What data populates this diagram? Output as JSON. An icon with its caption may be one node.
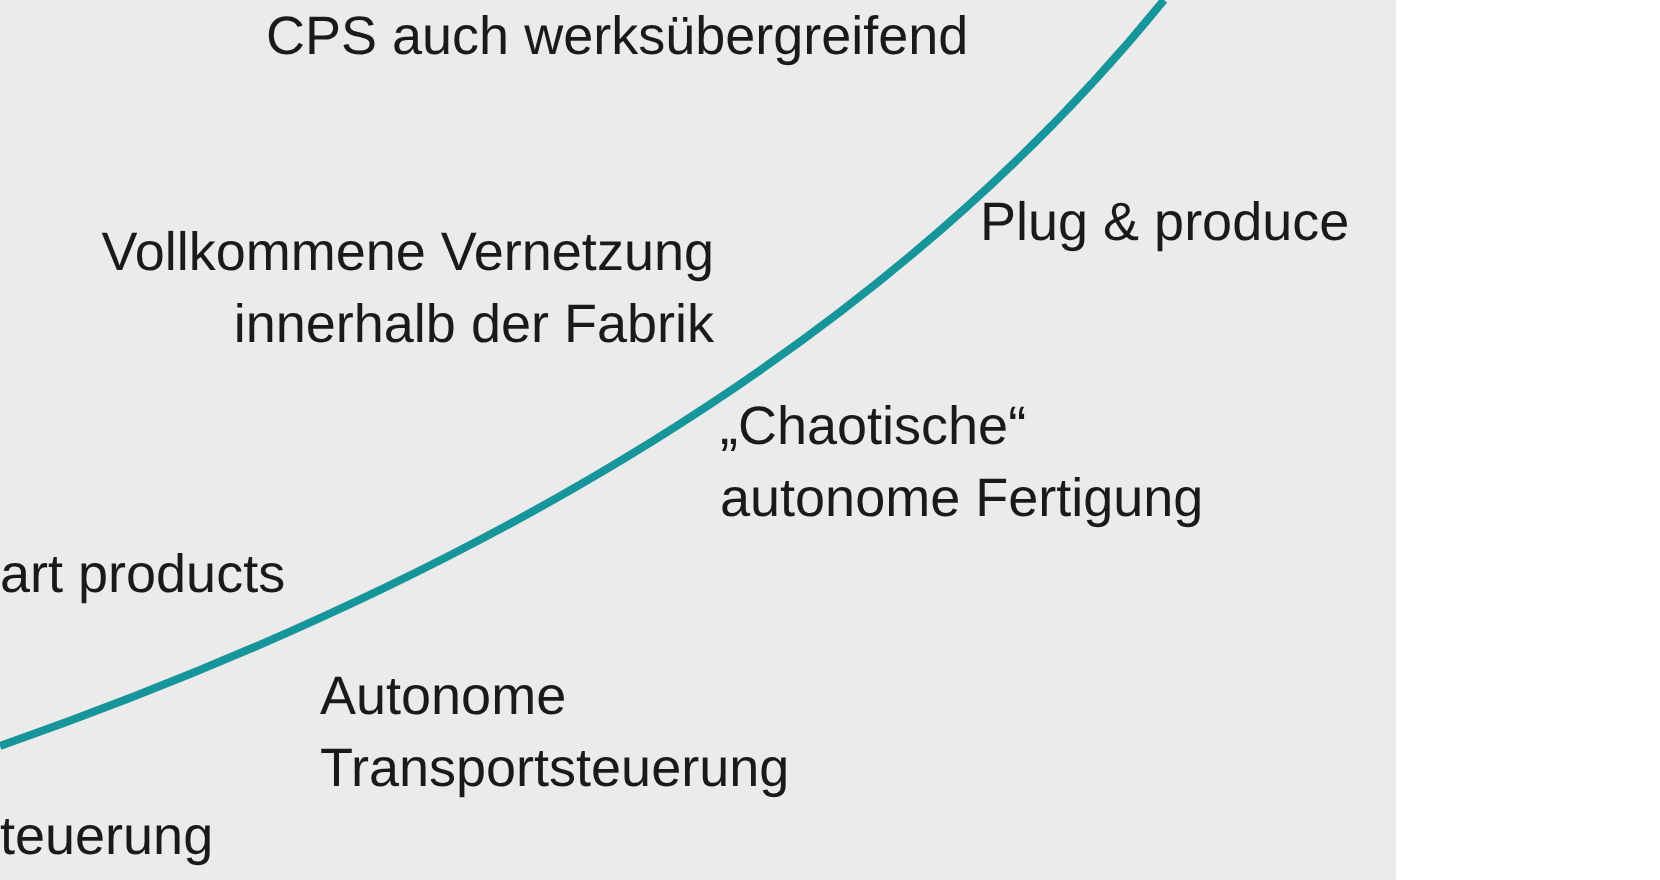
{
  "diagram": {
    "labels": [
      "CPS auch werksübergreifend",
      "Vollkommene Vernetzung innerhalb der Fabrik",
      "Plug & produce",
      "„Chaotische“ autonome Fertigung",
      "art products",
      "Autonome Transportsteuerung",
      "teuerung"
    ]
  }
}
